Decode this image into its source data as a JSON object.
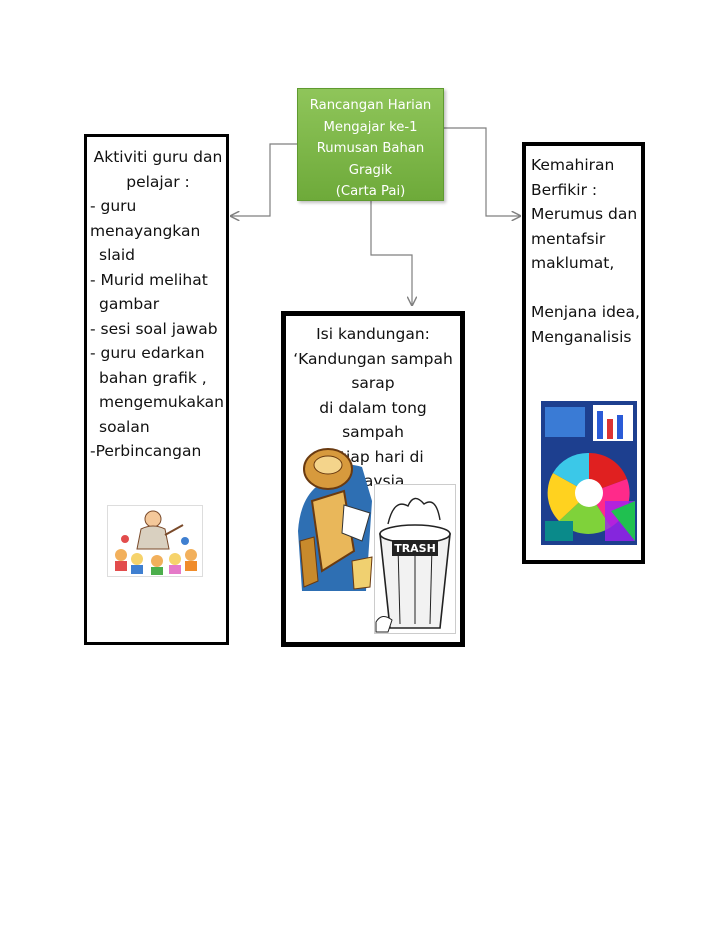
{
  "center": {
    "lines": [
      "Rancangan Harian",
      "Mengajar ke-1",
      "Rumusan Bahan Gragik",
      "(Carta Pai)"
    ],
    "color": "#79b446"
  },
  "left": {
    "lines": [
      "Aktiviti guru dan",
      "pelajar :",
      "- guru menayangkan",
      "slaid",
      "- Murid melihat",
      "gambar",
      "- sesi soal jawab",
      "- guru edarkan",
      "bahan grafik ,",
      "mengemukakan",
      "soalan",
      "-Perbincangan"
    ]
  },
  "middle": {
    "lines": [
      "Isi kandungan:",
      "‘Kandungan sampah sarap",
      "di dalam tong sampah",
      "setiap hari di Malaysia."
    ],
    "trash_label": "TRASH"
  },
  "right": {
    "lines": [
      "Kemahiran",
      "Berfikir :",
      "Merumus dan",
      "mentafsir",
      "maklumat,",
      "",
      "Menjana idea,",
      "Menganalisis"
    ]
  },
  "colors": {
    "border": "#000000",
    "arrow": "#7f7f7f",
    "center_fill": "#79b446",
    "center_text": "#ffffff"
  }
}
